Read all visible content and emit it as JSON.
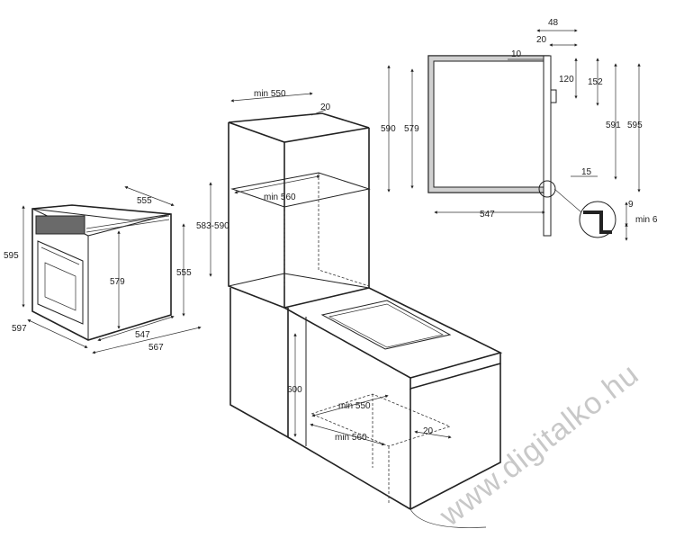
{
  "oven": {
    "d_555": "555",
    "d_595": "595",
    "d_579": "579",
    "d_555b": "555",
    "d_597": "597",
    "d_547": "547",
    "d_567": "567"
  },
  "cabinet_upper": {
    "d_min550": "min 550",
    "d_20": "20",
    "d_min560": "min 560",
    "d_583_590": "583-590"
  },
  "cabinet_lower": {
    "d_600": "600",
    "d_min550": "min 550",
    "d_min560": "min 560",
    "d_20": "20"
  },
  "section": {
    "d_48": "48",
    "d_20": "20",
    "d_10": "10",
    "d_120": "120",
    "d_152": "152",
    "d_590": "590",
    "d_579": "579",
    "d_591": "591",
    "d_595": "595",
    "d_15": "15",
    "d_547": "547",
    "d_9": "9",
    "d_min6": "min 6"
  },
  "watermark": "www.digitalko.hu"
}
